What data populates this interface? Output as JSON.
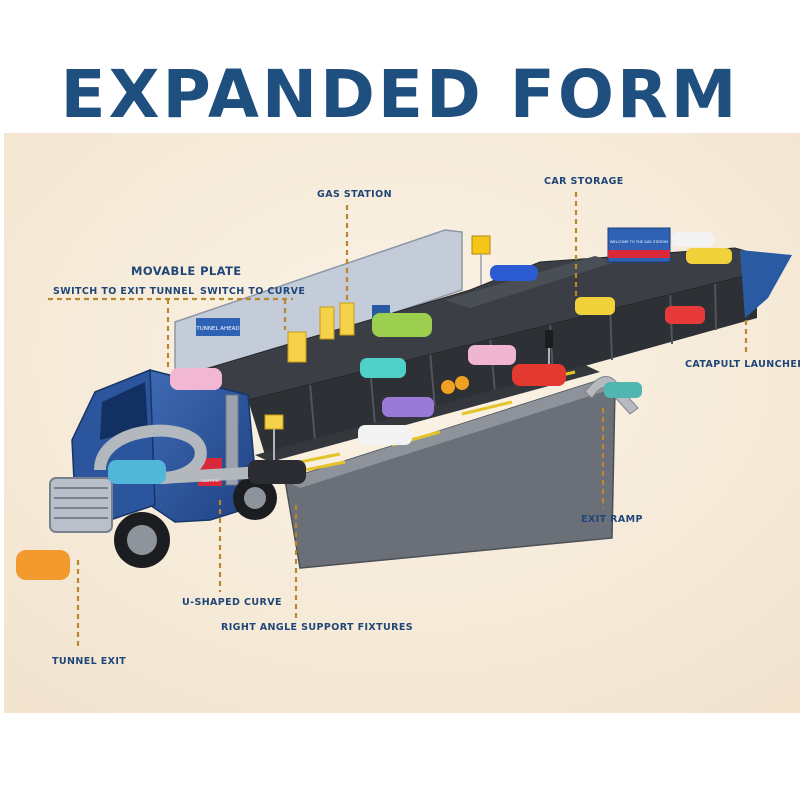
{
  "title": "EXPANDED FORM",
  "labels": {
    "gas_station": "GAS STATION",
    "car_storage": "CAR STORAGE",
    "movable_plate": "MOVABLE PLATE",
    "switch_to_exit_tunnel": "SWITCH TO EXIT TUNNEL",
    "switch_to_curve": "SWITCH TO CURVE",
    "catapult_launcher": "CATAPULT LAUNCHER",
    "exit_ramp": "EXIT RAMP",
    "u_shaped_curve": "U-SHAPED CURVE",
    "right_angle_support_fixtures": "RIGHT ANGLE SUPPORT FIXTURES",
    "tunnel_exit": "TUNNEL EXIT"
  },
  "signs": {
    "tunnel_ahead": "TUNNEL AHEAD",
    "gas_station_banner": "WELCOME TO THE GAS STATION",
    "caution": "CAUTION"
  },
  "colors": {
    "title": "#1f4f7f",
    "labels": "#1f4678",
    "leader_lines": "#b8872e",
    "background": "#f7ecdc",
    "truck_blue": "#2b559c",
    "deck_gray": "#3a3d42"
  }
}
